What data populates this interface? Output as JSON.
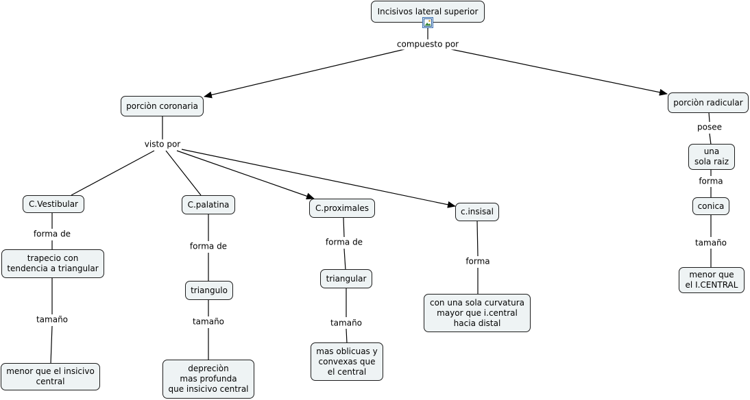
{
  "concepts": {
    "root": "Incisivos lateral superior",
    "coronaria": "porciòn coronaria",
    "radicular": "porciòn radicular",
    "vestibular": "C.Vestibular",
    "palatina": "C.palatina",
    "proximales": "C.proximales",
    "insisal": "c.insisal",
    "trapecio": "trapecio con\ntendencia a triangular",
    "menor_insicivo": "menor que el insicivo\ncentral",
    "triangulo": "triangulo",
    "deprecion": "depreciòn\nmas profunda\nque insicivo central",
    "triangular": "triangular",
    "oblicuas": "mas oblicuas y\nconvexas que\nel central",
    "curvatura": "con una sola curvatura\nmayor que i.central\nhacia distal",
    "una_raiz": "una\nsola raiz",
    "conica": "conica",
    "menor_central": "menor que\nel I.CENTRAL"
  },
  "phrases": {
    "compuesto": "compuesto por",
    "visto": "visto por",
    "posee": "posee",
    "forma_de_1": "forma de",
    "forma_de_2": "forma de",
    "forma_de_3": "forma de",
    "forma_1": "forma",
    "forma_2": "forma",
    "tamano_1": "tamaño",
    "tamano_2": "tamaño",
    "tamano_3": "tamaño",
    "tamano_4": "tamaño"
  },
  "icons": {
    "root_attachment": "image-resource-icon"
  },
  "colors": {
    "node_fill": "#eef3f4",
    "node_border": "#1b1b1b",
    "line": "#000000"
  }
}
